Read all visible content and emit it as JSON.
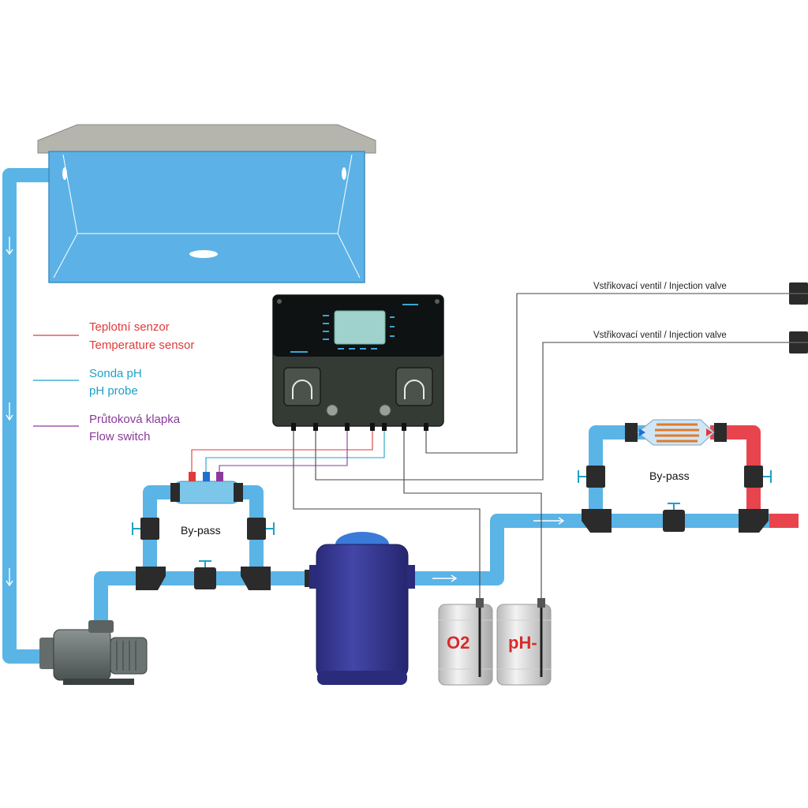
{
  "legend": {
    "temperature": {
      "line1": "Teplotní senzor",
      "line2": "Temperature sensor",
      "color": "#e03a3a"
    },
    "ph_probe": {
      "line1": "Sonda pH",
      "line2": "pH probe",
      "color": "#1fa0c8"
    },
    "flow_switch": {
      "line1": "Průtoková klapka",
      "line2": "Flow switch",
      "color": "#8a3a9c"
    }
  },
  "injection_valves": [
    {
      "label": "Vstřikovací ventil / Injection valve"
    },
    {
      "label": "Vstřikovací ventil / Injection valve"
    }
  ],
  "bypass_left": {
    "label": "By-pass"
  },
  "bypass_right": {
    "label": "By-pass"
  },
  "tanks": [
    {
      "label": "O2",
      "color": "#d92b2b"
    },
    {
      "label": "pH-",
      "color": "#d92b2b"
    }
  ],
  "colors": {
    "pipe": "#5ab4e6",
    "pipe_hot": "#e8444e",
    "pool_water": "#5cb2e6",
    "filter": "#2e2f8a",
    "controller": "#2f3530",
    "fitting": "#2b2b2b"
  }
}
